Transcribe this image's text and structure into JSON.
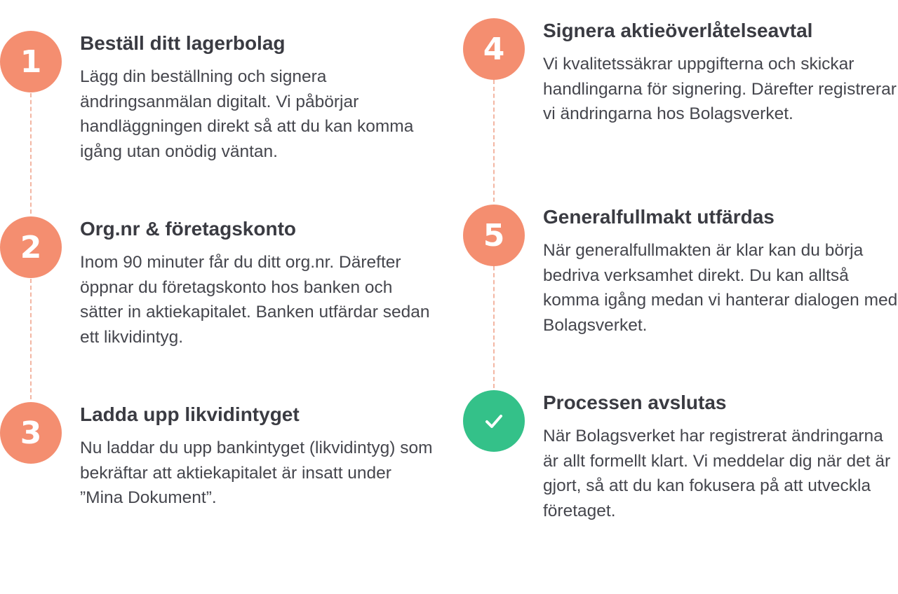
{
  "colors": {
    "accent": "#f48e70",
    "done": "#34c189",
    "connector": "#f3b6a3"
  },
  "steps": [
    {
      "number": "1",
      "title": "Beställ ditt lagerbolag",
      "text": "Lägg din beställning och signera ändringsanmälan digitalt. Vi påbörjar handläggningen direkt så att du kan komma igång utan onödig väntan."
    },
    {
      "number": "2",
      "title": "Org.nr & företagskonto",
      "text": "Inom 90 minuter får du ditt org.nr. Därefter öppnar du företagskonto hos banken och sätter in aktiekapitalet. Banken utfärdar sedan ett likvidintyg."
    },
    {
      "number": "3",
      "title": "Ladda upp likvidintyget",
      "text": "Nu laddar du upp bankintyget (likvidintyg) som bekräftar att aktiekapitalet är insatt under ”Mina Dokument”."
    },
    {
      "number": "4",
      "title": "Signera aktieöverlåtelseavtal",
      "text": "Vi kvalitetssäkrar uppgifterna och skickar handlingarna för signering. Därefter registrerar vi ändringarna hos Bolagsverket."
    },
    {
      "number": "5",
      "title": "Generalfullmakt utfärdas",
      "text": "När generalfullmakten är klar kan du börja bedriva verksamhet direkt. Du kan alltså komma igång medan vi hanterar dialogen med Bolagsverket."
    },
    {
      "icon": "checkmark-icon",
      "title": "Processen avslutas",
      "text": "När Bolagsverket har registrerat ändringarna är allt formellt klart. Vi meddelar dig när det är gjort, så att du kan fokusera på att utveckla företaget."
    }
  ]
}
